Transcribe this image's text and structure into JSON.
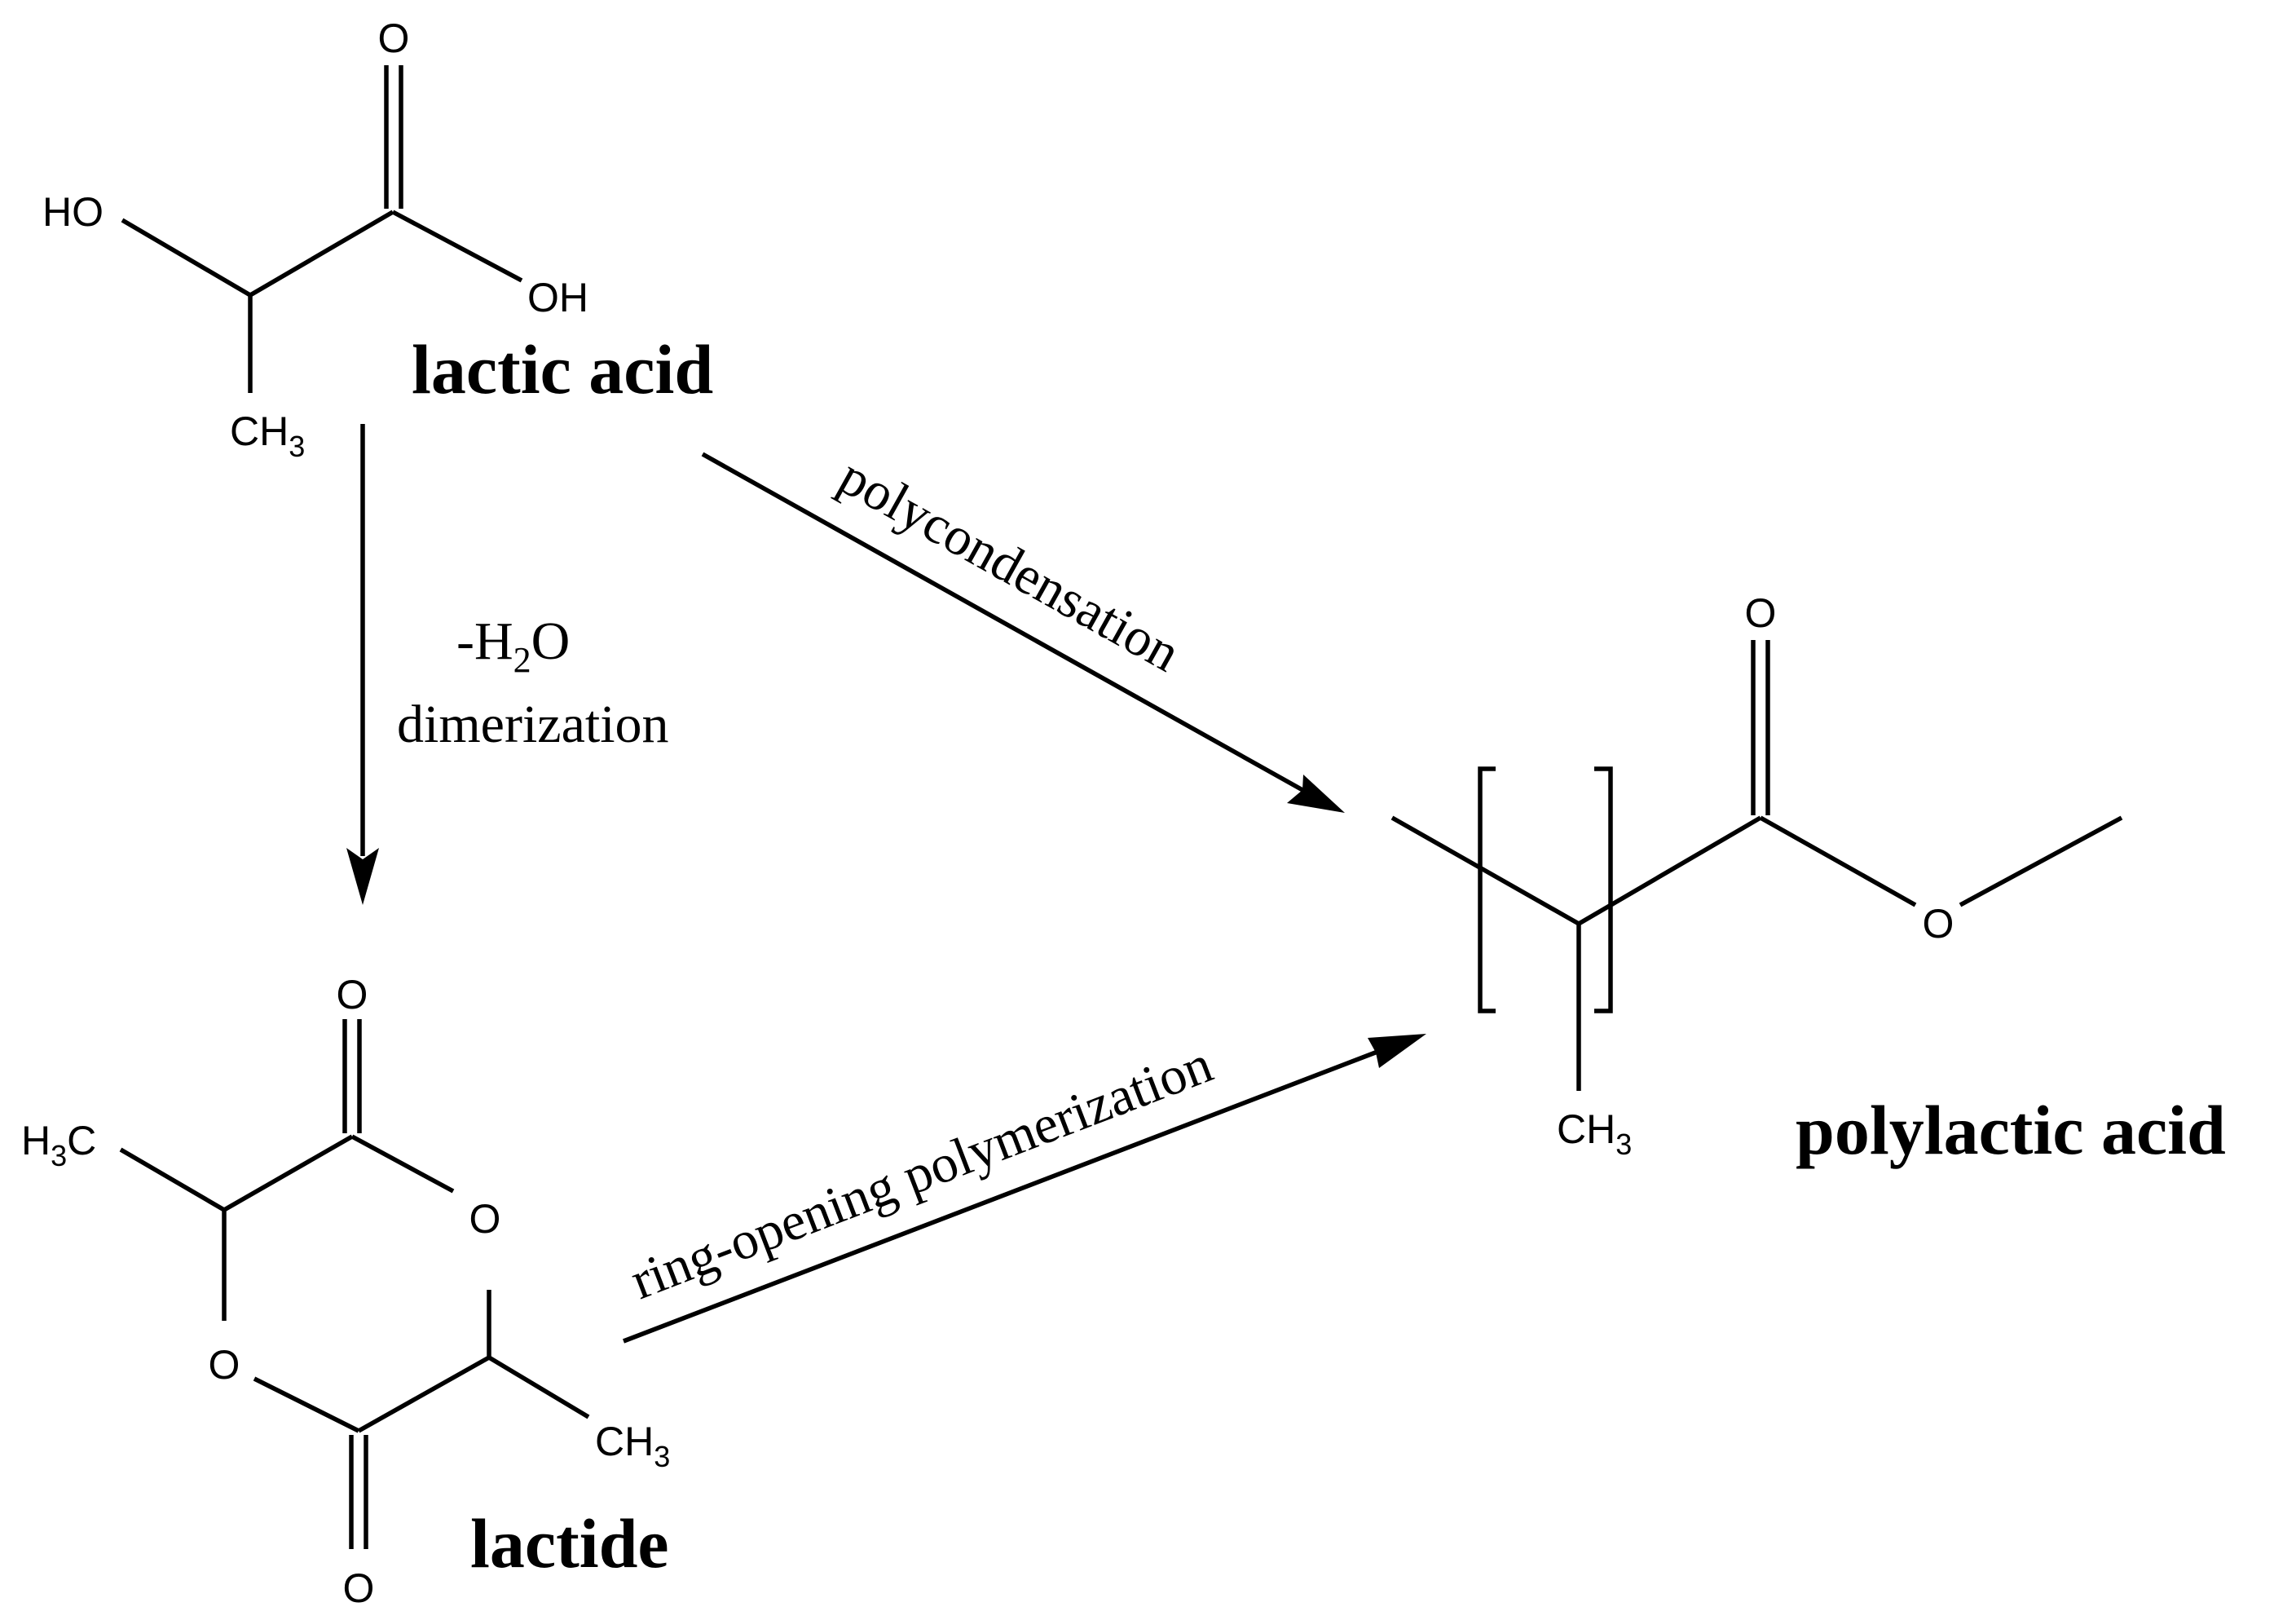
{
  "compounds": {
    "lactic_acid": {
      "name": "lactic acid",
      "atoms": {
        "carbonyl_o": "O",
        "hydroxyl_left": "HO",
        "hydroxyl_right": "OH",
        "methyl": {
          "main": "CH",
          "sub": "3"
        }
      }
    },
    "lactide": {
      "name": "lactide",
      "atoms": {
        "top_o": "O",
        "ring_o_right": "O",
        "ring_o_left": "O",
        "bottom_o": "O",
        "methyl_left": {
          "main": "H",
          "sub": "3",
          "tail": "C"
        },
        "methyl_right": {
          "main": "CH",
          "sub": "3"
        }
      }
    },
    "polylactic_acid": {
      "name": "polylactic acid",
      "atoms": {
        "carbonyl_o": "O",
        "ester_o": "O",
        "methyl": {
          "main": "CH",
          "sub": "3"
        }
      }
    }
  },
  "reactions": {
    "dimerization": {
      "line1": {
        "pre": "-H",
        "sub": "2",
        "post": "O"
      },
      "line2": "dimerization"
    },
    "polycondensation": "polycondensation",
    "ring_opening": "ring-opening polymerization"
  }
}
